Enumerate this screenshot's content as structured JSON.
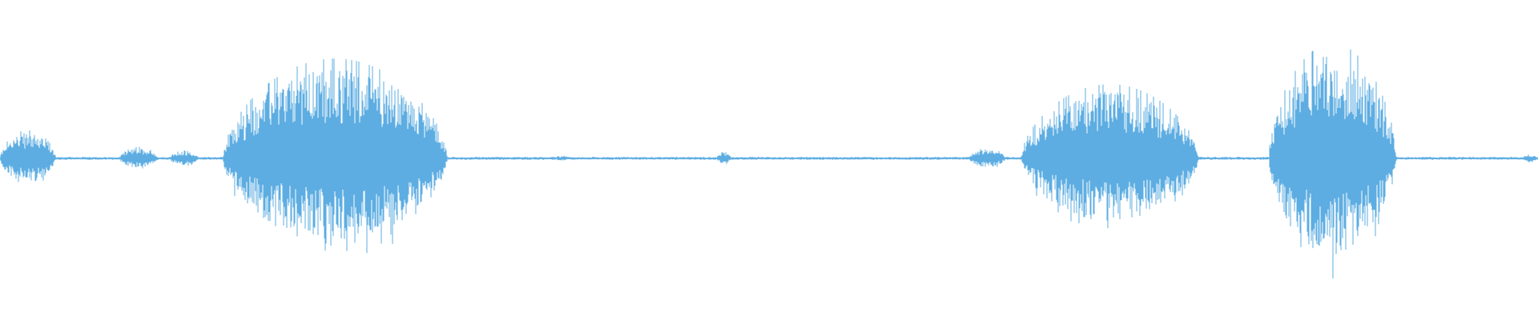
{
  "waveform": {
    "color": "#5DADE2",
    "background": "#FFFFFF",
    "segments": [
      {
        "start": 0.0,
        "end": 0.038,
        "peak": 0.22
      },
      {
        "start": 0.078,
        "end": 0.104,
        "peak": 0.09
      },
      {
        "start": 0.11,
        "end": 0.13,
        "peak": 0.06
      },
      {
        "start": 0.145,
        "end": 0.298,
        "peak": 0.78
      },
      {
        "start": 0.36,
        "end": 0.372,
        "peak": 0.02
      },
      {
        "start": 0.466,
        "end": 0.476,
        "peak": 0.05
      },
      {
        "start": 0.63,
        "end": 0.655,
        "peak": 0.08
      },
      {
        "start": 0.664,
        "end": 0.785,
        "peak": 0.58
      },
      {
        "start": 0.825,
        "end": 0.912,
        "peak": 0.9
      },
      {
        "start": 0.99,
        "end": 1.0,
        "peak": 0.03
      }
    ]
  }
}
